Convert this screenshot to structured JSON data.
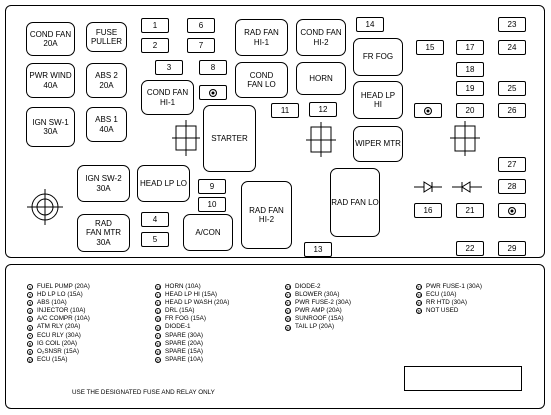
{
  "relays": [
    {
      "id": "cond_fan_20a",
      "label": "COND FAN\n20A"
    },
    {
      "id": "fuse_puller",
      "label": "FUSE\nPULLER"
    },
    {
      "id": "pwr_wind",
      "label": "PWR WIND\n40A"
    },
    {
      "id": "abs2",
      "label": "ABS 2\n20A"
    },
    {
      "id": "ign_sw1",
      "label": "IGN SW-1\n30A"
    },
    {
      "id": "abs1",
      "label": "ABS 1\n40A"
    },
    {
      "id": "rad_fan_hi1",
      "label": "RAD FAN\nHI-1"
    },
    {
      "id": "cond_fan_hi2",
      "label": "COND FAN\nHI-2"
    },
    {
      "id": "cond_fan_lo",
      "label": "COND\nFAN LO"
    },
    {
      "id": "horn",
      "label": "HORN"
    },
    {
      "id": "fr_fog",
      "label": "FR FOG"
    },
    {
      "id": "cond_fan_hi1",
      "label": "COND FAN\nHI-1"
    },
    {
      "id": "head_lp_hi",
      "label": "HEAD LP\nHI"
    },
    {
      "id": "starter",
      "label": "STARTER"
    },
    {
      "id": "wiper_mtr",
      "label": "WIPER MTR"
    },
    {
      "id": "ign_sw2",
      "label": "IGN SW-2\n30A"
    },
    {
      "id": "head_lp_lo",
      "label": "HEAD LP LO"
    },
    {
      "id": "rad_fan_hi2",
      "label": "RAD FAN\nHI-2"
    },
    {
      "id": "rad_fan_lo",
      "label": "RAD FAN LO"
    },
    {
      "id": "rad_fan_mtr",
      "label": "RAD\nFAN MTR\n30A"
    },
    {
      "id": "acon",
      "label": "A/CON"
    }
  ],
  "fuses": [
    "1",
    "6",
    "2",
    "7",
    "14",
    "23",
    "15",
    "17",
    "24",
    "3",
    "8",
    "18",
    "19",
    "25",
    "11",
    "12",
    "20",
    "26",
    "27",
    "9",
    "28",
    "10",
    "16",
    "21",
    "4",
    "5",
    "13",
    "22",
    "29"
  ],
  "legend": {
    "col1": [
      {
        "n": "1",
        "text": "FUEL PUMP (20A)"
      },
      {
        "n": "2",
        "text": "HD LP LO (15A)"
      },
      {
        "n": "3",
        "text": "ABS (10A)"
      },
      {
        "n": "4",
        "text": "INJECTOR (10A)"
      },
      {
        "n": "5",
        "text": "A/C COMPR (10A)"
      },
      {
        "n": "6",
        "text": "ATM RLY (20A)"
      },
      {
        "n": "7",
        "text": "ECU RLY (30A)"
      },
      {
        "n": "8",
        "text": "IG COIL (20A)"
      },
      {
        "n": "9",
        "text": "O₂SNSR (15A)"
      },
      {
        "n": "10",
        "text": "ECU (15A)"
      }
    ],
    "col2": [
      {
        "n": "11",
        "text": "HORN (10A)"
      },
      {
        "n": "12",
        "text": "HEAD LP HI (15A)"
      },
      {
        "n": "13",
        "text": "HEAD LP WASH (20A)"
      },
      {
        "n": "14",
        "text": "DRL (15A)"
      },
      {
        "n": "15",
        "text": "FR FOG (15A)"
      },
      {
        "n": "16",
        "text": "DIODE-1"
      },
      {
        "n": "17",
        "text": "SPARE (30A)"
      },
      {
        "n": "18",
        "text": "SPARE (20A)"
      },
      {
        "n": "19",
        "text": "SPARE (15A)"
      },
      {
        "n": "20",
        "text": "SPARE (10A)"
      }
    ],
    "col3": [
      {
        "n": "21",
        "text": "DIODE-2"
      },
      {
        "n": "22",
        "text": "BLOWER (30A)"
      },
      {
        "n": "23",
        "text": "PWR FUSE-2 (30A)"
      },
      {
        "n": "24",
        "text": "PWR AMP (20A)"
      },
      {
        "n": "25",
        "text": "SUNROOF (15A)"
      },
      {
        "n": "26",
        "text": "TAIL LP (20A)"
      }
    ],
    "col4": [
      {
        "n": "27",
        "text": "PWR FUSE-1 (30A)"
      },
      {
        "n": "28",
        "text": "ECU (10A)"
      },
      {
        "n": "29",
        "text": "RR HTD (30A)"
      },
      {
        "n": "30",
        "text": "NOT USED"
      }
    ]
  },
  "notice": "USE THE DESIGNATED FUSE AND RELAY ONLY"
}
